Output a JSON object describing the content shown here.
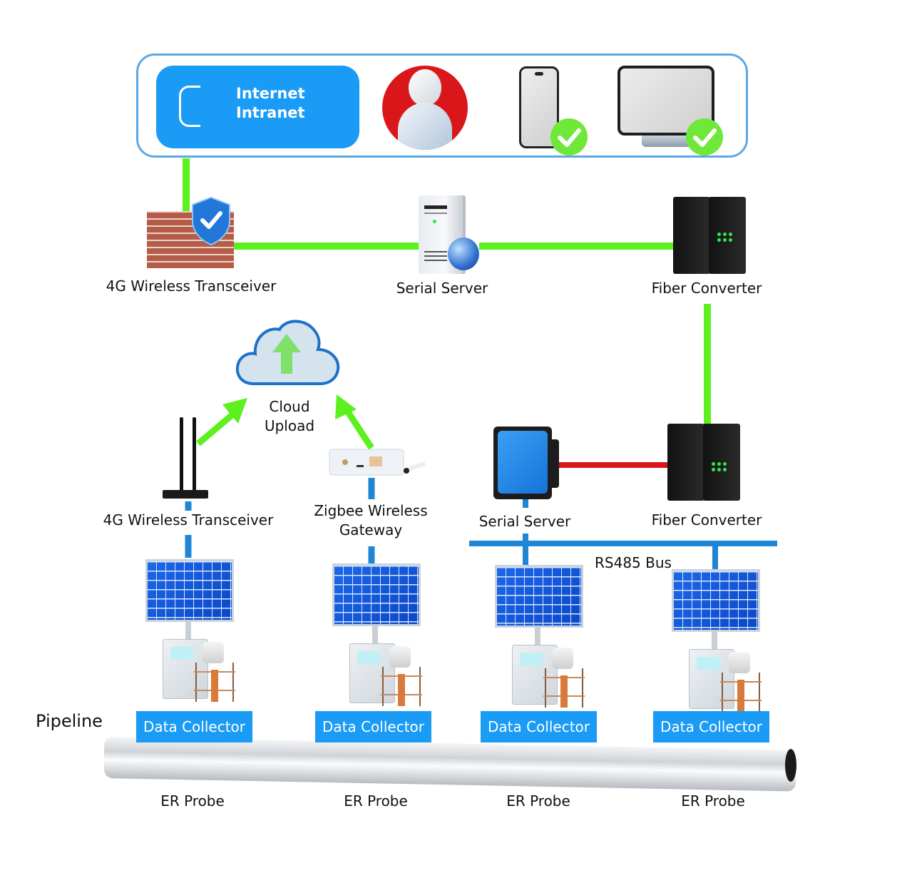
{
  "top_panel": {
    "network_label_line1": "Internet",
    "network_label_line2": "Intranet",
    "icons": [
      "network-bracket-icon",
      "user-icon",
      "smartphone-icon",
      "monitor-icon"
    ],
    "check_badges": [
      "check-icon",
      "check-icon"
    ]
  },
  "backbone": {
    "transceiver_label": "4G Wireless Transceiver",
    "server_label": "Serial Server",
    "fiber_label": "Fiber Converter"
  },
  "cloud": {
    "line1": "Cloud",
    "line2": "Upload"
  },
  "field_devices": {
    "router_label": "4G Wireless Transceiver",
    "gateway_line1": "Zigbee Wireless",
    "gateway_line2": "Gateway",
    "serial_server_label": "Serial Server",
    "fiber_label": "Fiber Converter",
    "bus_label": "RS485 Bus"
  },
  "pipeline": {
    "label": "Pipeline",
    "stations": [
      {
        "collector": "Data Collector",
        "probe": "ER Probe"
      },
      {
        "collector": "Data Collector",
        "probe": "ER Probe"
      },
      {
        "collector": "Data Collector",
        "probe": "ER Probe"
      },
      {
        "collector": "Data Collector",
        "probe": "ER Probe"
      }
    ]
  },
  "colors": {
    "green_link": "#5cf01e",
    "blue_link": "#1f86d6",
    "red_link": "#d9171a",
    "accent_blue": "#1a9bf5"
  }
}
